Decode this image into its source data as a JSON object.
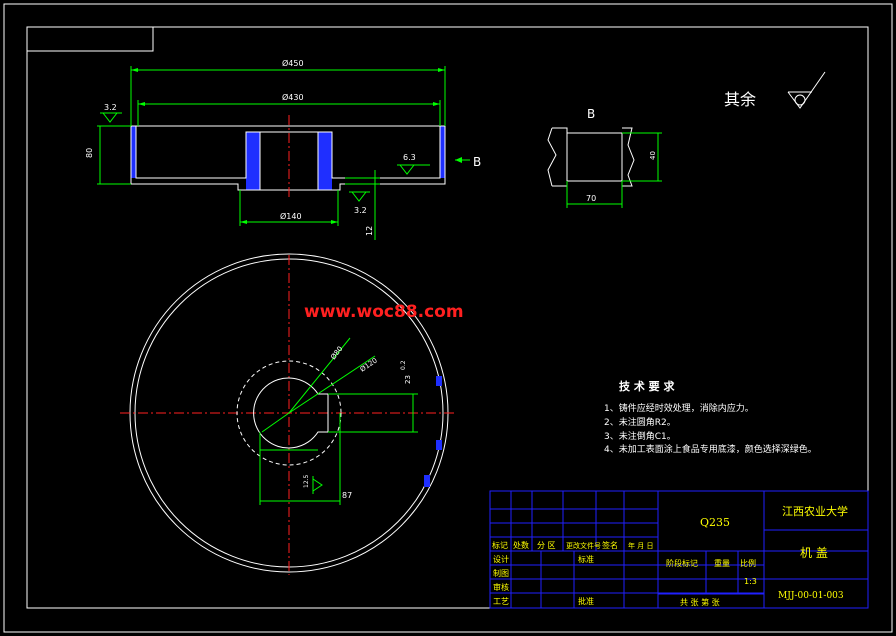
{
  "watermark": "www.woc88.com",
  "colors": {
    "background": "#000000",
    "frame": "#ffffff",
    "dimension": "#00ff00",
    "center": "#ff0000",
    "section": "#0000ff",
    "title_text": "#ffff00",
    "table_line": "#2020ff",
    "watermark": "#ff2020"
  },
  "dimensions": {
    "d450": "Ø450",
    "d430": "Ø430",
    "h80": "80",
    "d140": "Ø140",
    "r63": "6.3",
    "r32a": "3.2",
    "r32b": "3.2",
    "t12": "12",
    "view_label": "B",
    "section_title": "B",
    "sec_h": "40",
    "sec_w": "70",
    "d80": "Ø80",
    "d120": "Ø120",
    "key_w": "23",
    "key_sup": "0.2",
    "r125": "12.5",
    "len87": "87"
  },
  "roughness_note": {
    "label": "其余"
  },
  "tech": {
    "title": "技 术 要 求",
    "items": [
      "1、铸件应经时效处理，消除内应力。",
      "2、未注圆角R2。",
      "3、未注倒角C1。",
      "4、未加工表面涂上食品专用底漆，颜色选择深绿色。"
    ]
  },
  "title_block": {
    "material": "Q235",
    "school": "江西农业大学",
    "part_name": "机 盖",
    "drawing_no": "MJJ-00-01-003",
    "scale": "1:3",
    "row_labels": [
      "标记",
      "处数",
      "分 区",
      "更改文件号",
      "签名",
      "年 月 日"
    ],
    "left_labels": [
      "设计",
      "制图",
      "审核",
      "工艺"
    ],
    "std": "标准",
    "approve": "批准",
    "stage_mark": "阶段标记",
    "weight": "重量",
    "ratio": "比例",
    "sheets": "共  张  第  张"
  }
}
